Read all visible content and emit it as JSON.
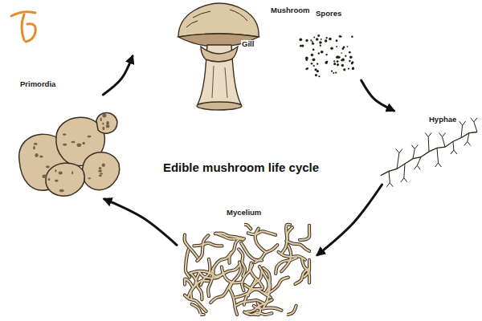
{
  "diagram": {
    "title": "Edible mushroom life cycle",
    "nodes": [
      {
        "text": [
          "Mushroom"
        ]
      },
      {
        "text": [
          "Spores"
        ]
      },
      {
        "text": [
          "Hyphae"
        ]
      },
      {
        "text": [
          "Mycelium"
        ]
      },
      {
        "text": [
          "Primordia"
        ]
      }
    ],
    "edges": [
      {
        "from": 1,
        "to": 2,
        "arrow": "to"
      },
      {
        "from": 2,
        "to": 3,
        "arrow": "to"
      },
      {
        "from": 3,
        "to": 4,
        "arrow": "to"
      },
      {
        "from": 4,
        "to": 0,
        "arrow": "to"
      }
    ],
    "labels": [
      "Gill"
    ]
  }
}
